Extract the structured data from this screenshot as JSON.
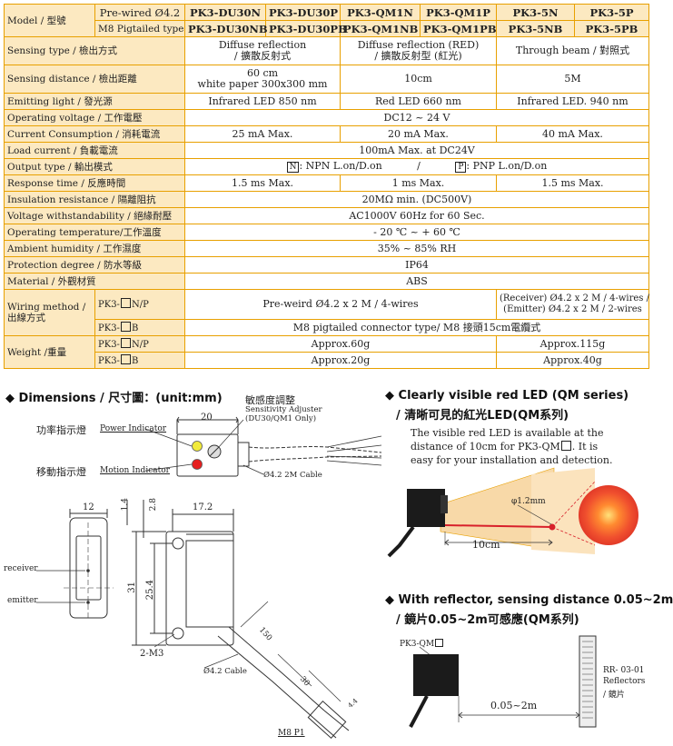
{
  "table": {
    "model_label": "Model / 型號",
    "prewired_label": "Pre-wired Ø4.2",
    "m8_label": "M8 Pigtailed type",
    "models_prewired": [
      "PK3-DU30N",
      "PK3-DU30P",
      "PK3-QM1N",
      "PK3-QM1P",
      "PK3-5N",
      "PK3-5P"
    ],
    "models_m8": [
      "PK3-DU30NB",
      "PK3-DU30PB",
      "PK3-QM1NB",
      "PK3-QM1PB",
      "PK3-5NB",
      "PK3-5PB"
    ],
    "sensing_type": {
      "label": "Sensing type / 檢出方式",
      "du_1": "Diffuse reflection",
      "du_2": "/ 擴散反射式",
      "qm_1": "Diffuse reflection (RED)",
      "qm_2": "/ 擴散反射型 (紅光)",
      "tb": "Through beam / 對照式"
    },
    "sensing_distance": {
      "label": "Sensing distance / 檢出距離",
      "du_1": "60 cm",
      "du_2": "white paper 300x300 mm",
      "qm": "10cm",
      "tb": "5M"
    },
    "emitting_light": {
      "label": "Emitting light / 發光源",
      "du": "Infrared LED 850 nm",
      "qm": "Red LED  660 nm",
      "tb": "Infrared LED. 940 nm"
    },
    "operating_voltage": {
      "label": "Operating voltage / 工作電壓",
      "value": "DC12 ~ 24 V"
    },
    "current_consumption": {
      "label": "Current Consumption / 消耗電流",
      "du": "25 mA  Max.",
      "qm": "20 mA  Max.",
      "tb": "40 mA  Max."
    },
    "load_current": {
      "label": "Load current / 負載電流",
      "value": "100mA Max. at DC24V"
    },
    "output_type": {
      "label": "Output type / 輸出模式",
      "n_box": "N",
      "n_text": ": NPN L.on/D.on",
      "sep": "/",
      "p_box": "P",
      "p_text": ": PNP L.on/D.on"
    },
    "response_time": {
      "label": "Response time / 反應時間",
      "du": "1.5 ms Max.",
      "qm": "1 ms Max.",
      "tb": "1.5 ms Max."
    },
    "insulation": {
      "label": "Insulation resistance / 隔離阻抗",
      "value": "20MΩ  min.  (DC500V)"
    },
    "voltage_withstand": {
      "label": "Voltage withstandability / 絕緣耐壓",
      "value": "AC1000V 60Hz for 60 Sec."
    },
    "op_temp": {
      "label": "Operating temperature/工作溫度",
      "value": "- 20 ℃ ~ + 60 ℃"
    },
    "humidity": {
      "label": "Ambient humidity / 工作濕度",
      "value": "35% ~ 85%  RH"
    },
    "protection": {
      "label": "Protection degree / 防水等級",
      "value": "IP64"
    },
    "material": {
      "label": "Material / 外觀材質",
      "value": "ABS"
    },
    "wiring": {
      "label_1": "Wiring method /",
      "label_2": "出線方式",
      "np_pre": "PK3-",
      "np_post": "N/P",
      "b_pre": "PK3-",
      "b_post": "B",
      "prewired_value": "Pre-weird  Ø4.2 x 2 M / 4-wires",
      "receiver": "(Receiver) Ø4.2 x 2 M / 4-wires /",
      "emitter": "(Emitter) Ø4.2 x 2 M / 2-wires",
      "m8_value": "M8 pigtailed connector type/ M8 接頭15cm電纜式"
    },
    "weight": {
      "label": "Weight /重量",
      "np_pre": "PK3-",
      "np_post": "N/P",
      "b_pre": "PK3-",
      "b_post": "B",
      "np_a": "Approx.60g",
      "np_b": "Approx.115g",
      "b_a": "Approx.20g",
      "b_b": "Approx.40g"
    }
  },
  "dimensions": {
    "title": "◆ Dimensions / 尺寸圖：(unit:mm)",
    "power_indicator_zh": "功率指示燈",
    "power_indicator_en": "Power Indicator",
    "motion_indicator_zh": "移動指示燈",
    "motion_indicator_en": "Motion Indicator",
    "sens_adj_zh": "敏感度調整",
    "sens_adj_en_1": "Sensitivity Adjuster",
    "sens_adj_en_2": "(DU30/QM1 Only)",
    "dim_20": "20",
    "cable_label": "Ø4.2  2M  Cable",
    "dim_12": "12",
    "dim_14": "1.4",
    "dim_28": "2.8",
    "dim_172": "17.2",
    "dim_31": "31",
    "dim_254": "25.4",
    "receiver": "receiver",
    "emitter": "emitter",
    "m3": "2-M3",
    "cable42": "Ø4.2 Cable",
    "dim_150": "150",
    "dim_30": "30",
    "dim_44": "4.4",
    "m8p1": "M8 P1"
  },
  "red_led": {
    "title_1": "◆ Clearly visible red LED  (QM series)",
    "title_2": "/ 清晰可見的紅光LED(QM系列)",
    "para_1": "The visible red LED is available at the",
    "para_2a": "distance of 10cm for PK3-QM",
    "para_2b": ".  It is",
    "para_3": "easy for your installation and detection.",
    "spot": "φ1.2mm",
    "dist": "10cm"
  },
  "reflector": {
    "title_1": "◆ With reflector, sensing distance 0.05~2m",
    "title_2": "/ 鏡片0.05~2m可感應(QM系列)",
    "model": "PK3-QM",
    "rr_1": "RR- 03-01",
    "rr_2": "Reflectors",
    "rr_3": "/ 鏡片",
    "dist": "0.05~2m"
  }
}
